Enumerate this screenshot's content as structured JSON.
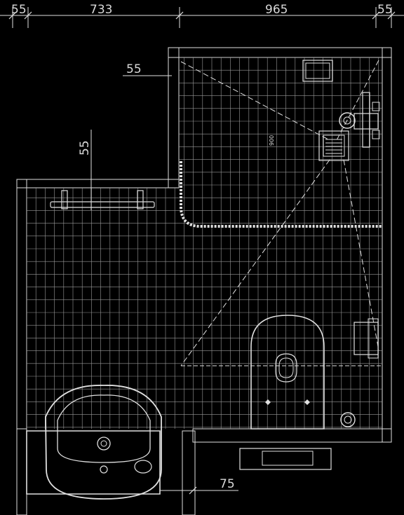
{
  "dimensions": {
    "top_left_margin": "55",
    "top_left_width": "733",
    "top_right_width": "965",
    "top_right_margin": "55",
    "wall_offset_upper": "55",
    "wall_offset_vertical": "55",
    "wall_offset_bottom": "75",
    "shower_label": "900"
  },
  "colors": {
    "background": "#000000",
    "line": "#e0e0e0",
    "grid": "#9a9a9a"
  },
  "fixtures": [
    "towel-rail",
    "shower-mixer",
    "shower-drain",
    "shelf",
    "wall-hung-toilet",
    "flush-plate",
    "toilet-roll-holder",
    "floor-drain",
    "washbasin",
    "door"
  ]
}
